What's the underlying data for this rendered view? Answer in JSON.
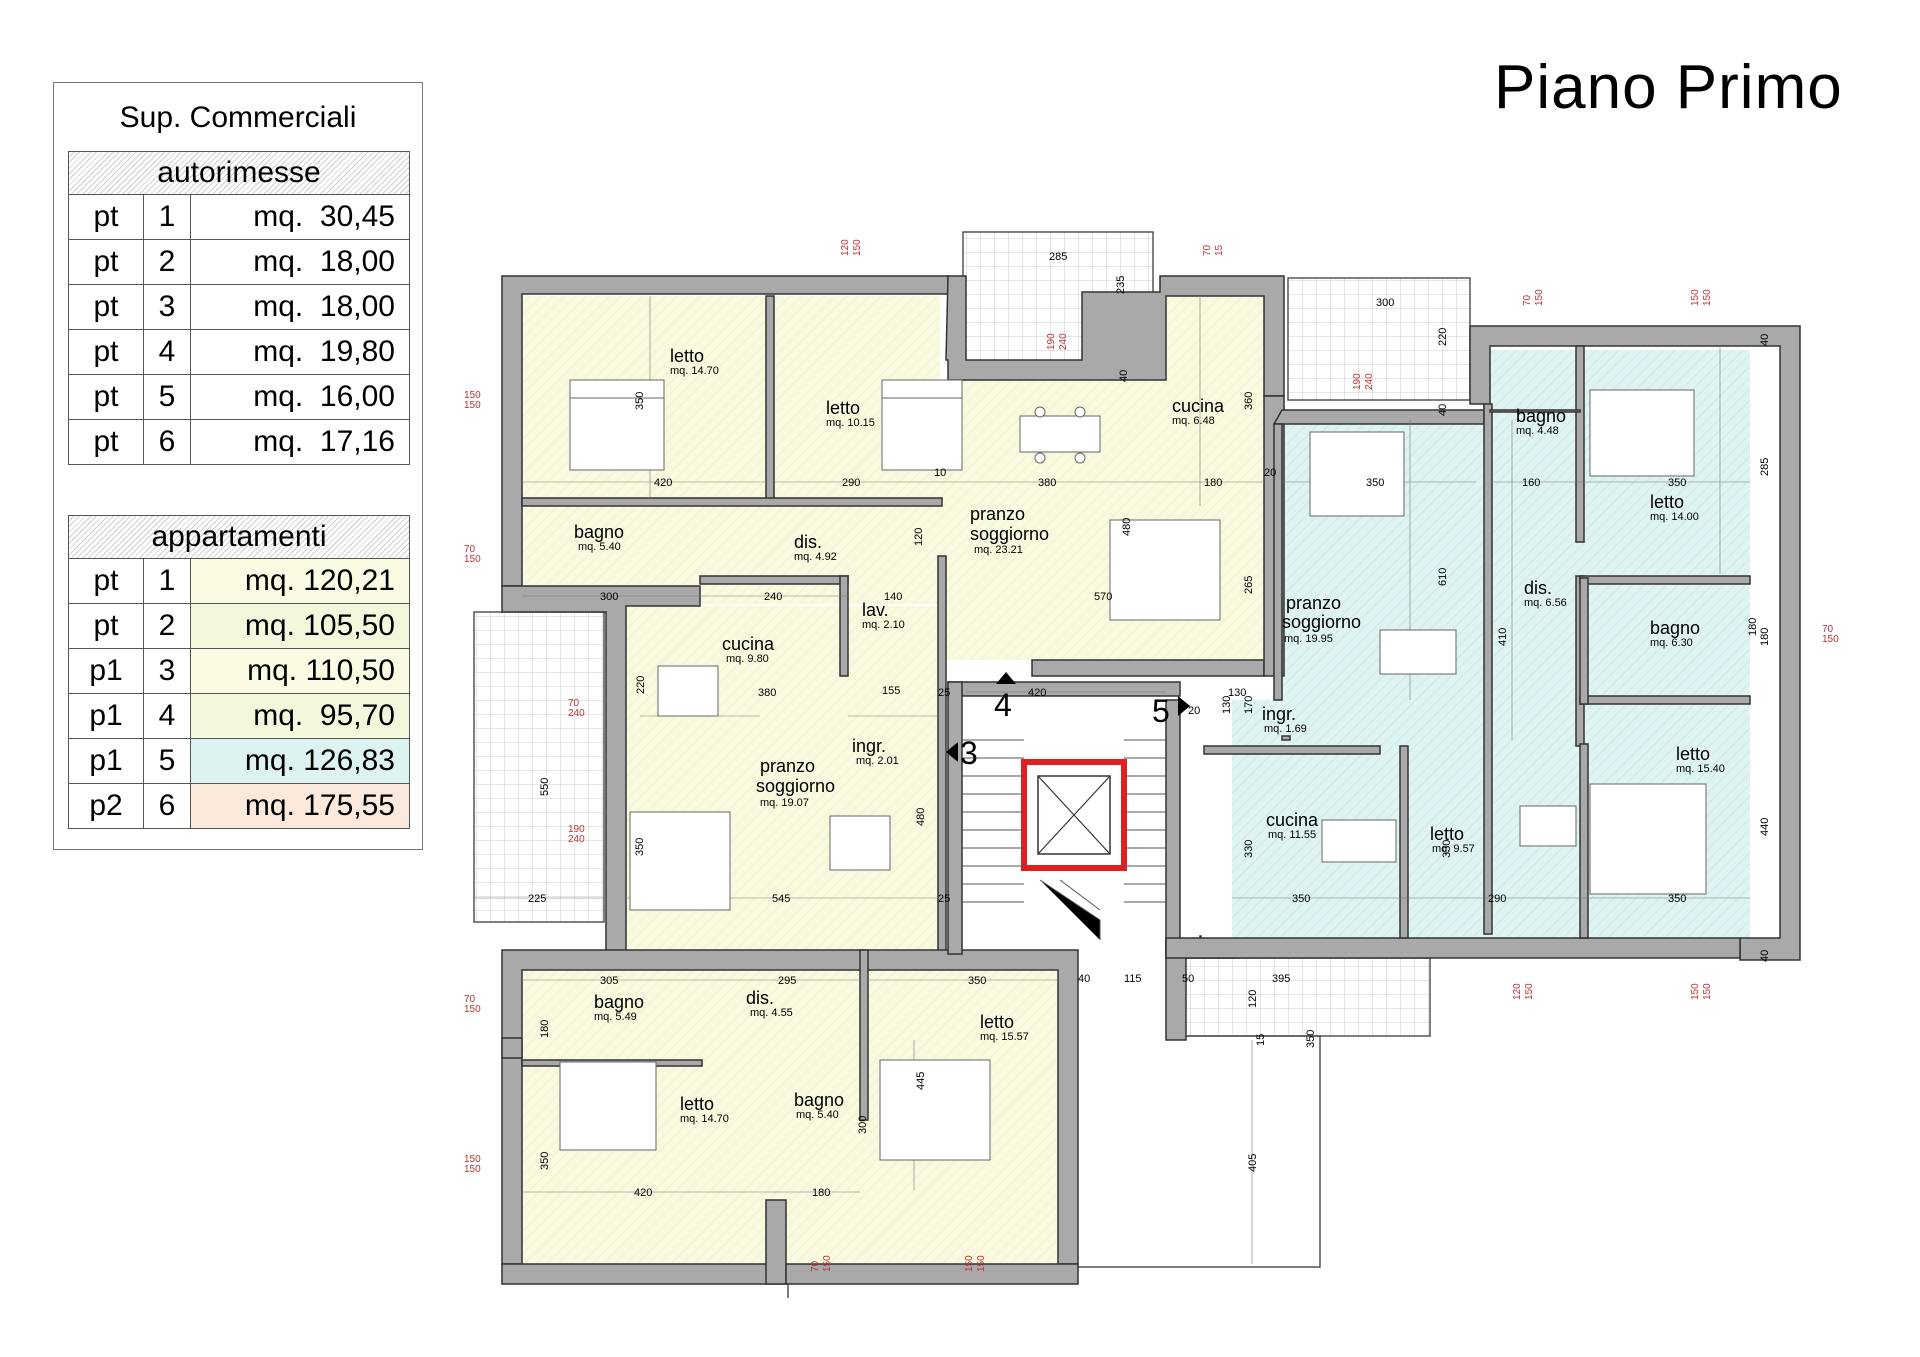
{
  "title": "Piano Primo",
  "table": {
    "heading": "Sup. Commerciali",
    "autorimesse": {
      "label": "autorimesse",
      "rows": [
        {
          "floor": "pt",
          "num": "1",
          "area": "mq.  30,45"
        },
        {
          "floor": "pt",
          "num": "2",
          "area": "mq.  18,00"
        },
        {
          "floor": "pt",
          "num": "3",
          "area": "mq.  18,00"
        },
        {
          "floor": "pt",
          "num": "4",
          "area": "mq.  19,80"
        },
        {
          "floor": "pt",
          "num": "5",
          "area": "mq.  16,00"
        },
        {
          "floor": "pt",
          "num": "6",
          "area": "mq.  17,16"
        }
      ]
    },
    "appartamenti": {
      "label": "appartamenti",
      "rows": [
        {
          "floor": "pt",
          "num": "1",
          "area": "mq. 120,21",
          "color": "#fbfbe3"
        },
        {
          "floor": "pt",
          "num": "2",
          "area": "mq. 105,50",
          "color": "#f3f8dc"
        },
        {
          "floor": "p1",
          "num": "3",
          "area": "mq. 110,50",
          "color": "#fbfbe3"
        },
        {
          "floor": "p1",
          "num": "4",
          "area": "mq.  95,70",
          "color": "#f3f8dc"
        },
        {
          "floor": "p1",
          "num": "5",
          "area": "mq. 126,83",
          "color": "#dcf3f1"
        },
        {
          "floor": "p2",
          "num": "6",
          "area": "mq. 175,55",
          "color": "#fbe9dc"
        }
      ]
    }
  },
  "rooms": [
    {
      "name": "letto",
      "area": "mq. 14.70"
    },
    {
      "name": "letto",
      "area": "mq. 10.15"
    },
    {
      "name": "cucina",
      "area": "mq. 6.48"
    },
    {
      "name": "pranzo",
      "name2": "soggiorno",
      "area": "mq. 23.21"
    },
    {
      "name": "bagno",
      "area": "mq. 5.40"
    },
    {
      "name": "dis.",
      "area": "mq. 4.92"
    },
    {
      "name": "lav.",
      "area": "mq. 2.10"
    },
    {
      "name": "cucina",
      "area": "mq. 9.80"
    },
    {
      "name": "ingr.",
      "area": "mq. 2.01"
    },
    {
      "name": "pranzo",
      "name2": "soggiorno",
      "area": "mq. 19.07"
    },
    {
      "name": "bagno",
      "area": "mq. 5.49"
    },
    {
      "name": "dis.",
      "area": "mq. 4.55"
    },
    {
      "name": "letto",
      "area": "mq. 15.57"
    },
    {
      "name": "letto",
      "area": "mq. 14.70"
    },
    {
      "name": "bagno",
      "area": "mq. 5.40"
    },
    {
      "name": "bagno",
      "area": "mq. 4.48"
    },
    {
      "name": "letto",
      "area": "mq. 14.00"
    },
    {
      "name": "pranzo",
      "name2": "soggiorno",
      "area": "mq. 19.95"
    },
    {
      "name": "dis.",
      "area": "mq. 6.56"
    },
    {
      "name": "bagno",
      "area": "mq. 6.30"
    },
    {
      "name": "ingr.",
      "area": "mq. 1.69"
    },
    {
      "name": "letto",
      "area": "mq. 15.40"
    },
    {
      "name": "cucina",
      "area": "mq. 11.55"
    },
    {
      "name": "letto",
      "area": "mq. 9.57"
    }
  ],
  "unit_markers": [
    "3",
    "4",
    "5"
  ],
  "dimensions": [
    "285",
    "235",
    "40",
    "190",
    "240",
    "380",
    "350",
    "420",
    "290",
    "10",
    "180",
    "360",
    "120",
    "480",
    "20",
    "570",
    "265",
    "300",
    "240",
    "140",
    "155",
    "25",
    "220",
    "545",
    "550",
    "225",
    "305",
    "295",
    "350",
    "115",
    "50",
    "395",
    "445",
    "300",
    "180",
    "420",
    "405",
    "160",
    "610",
    "410",
    "130",
    "170",
    "440",
    "330",
    "70",
    "150",
    "120",
    "25",
    "15"
  ]
}
